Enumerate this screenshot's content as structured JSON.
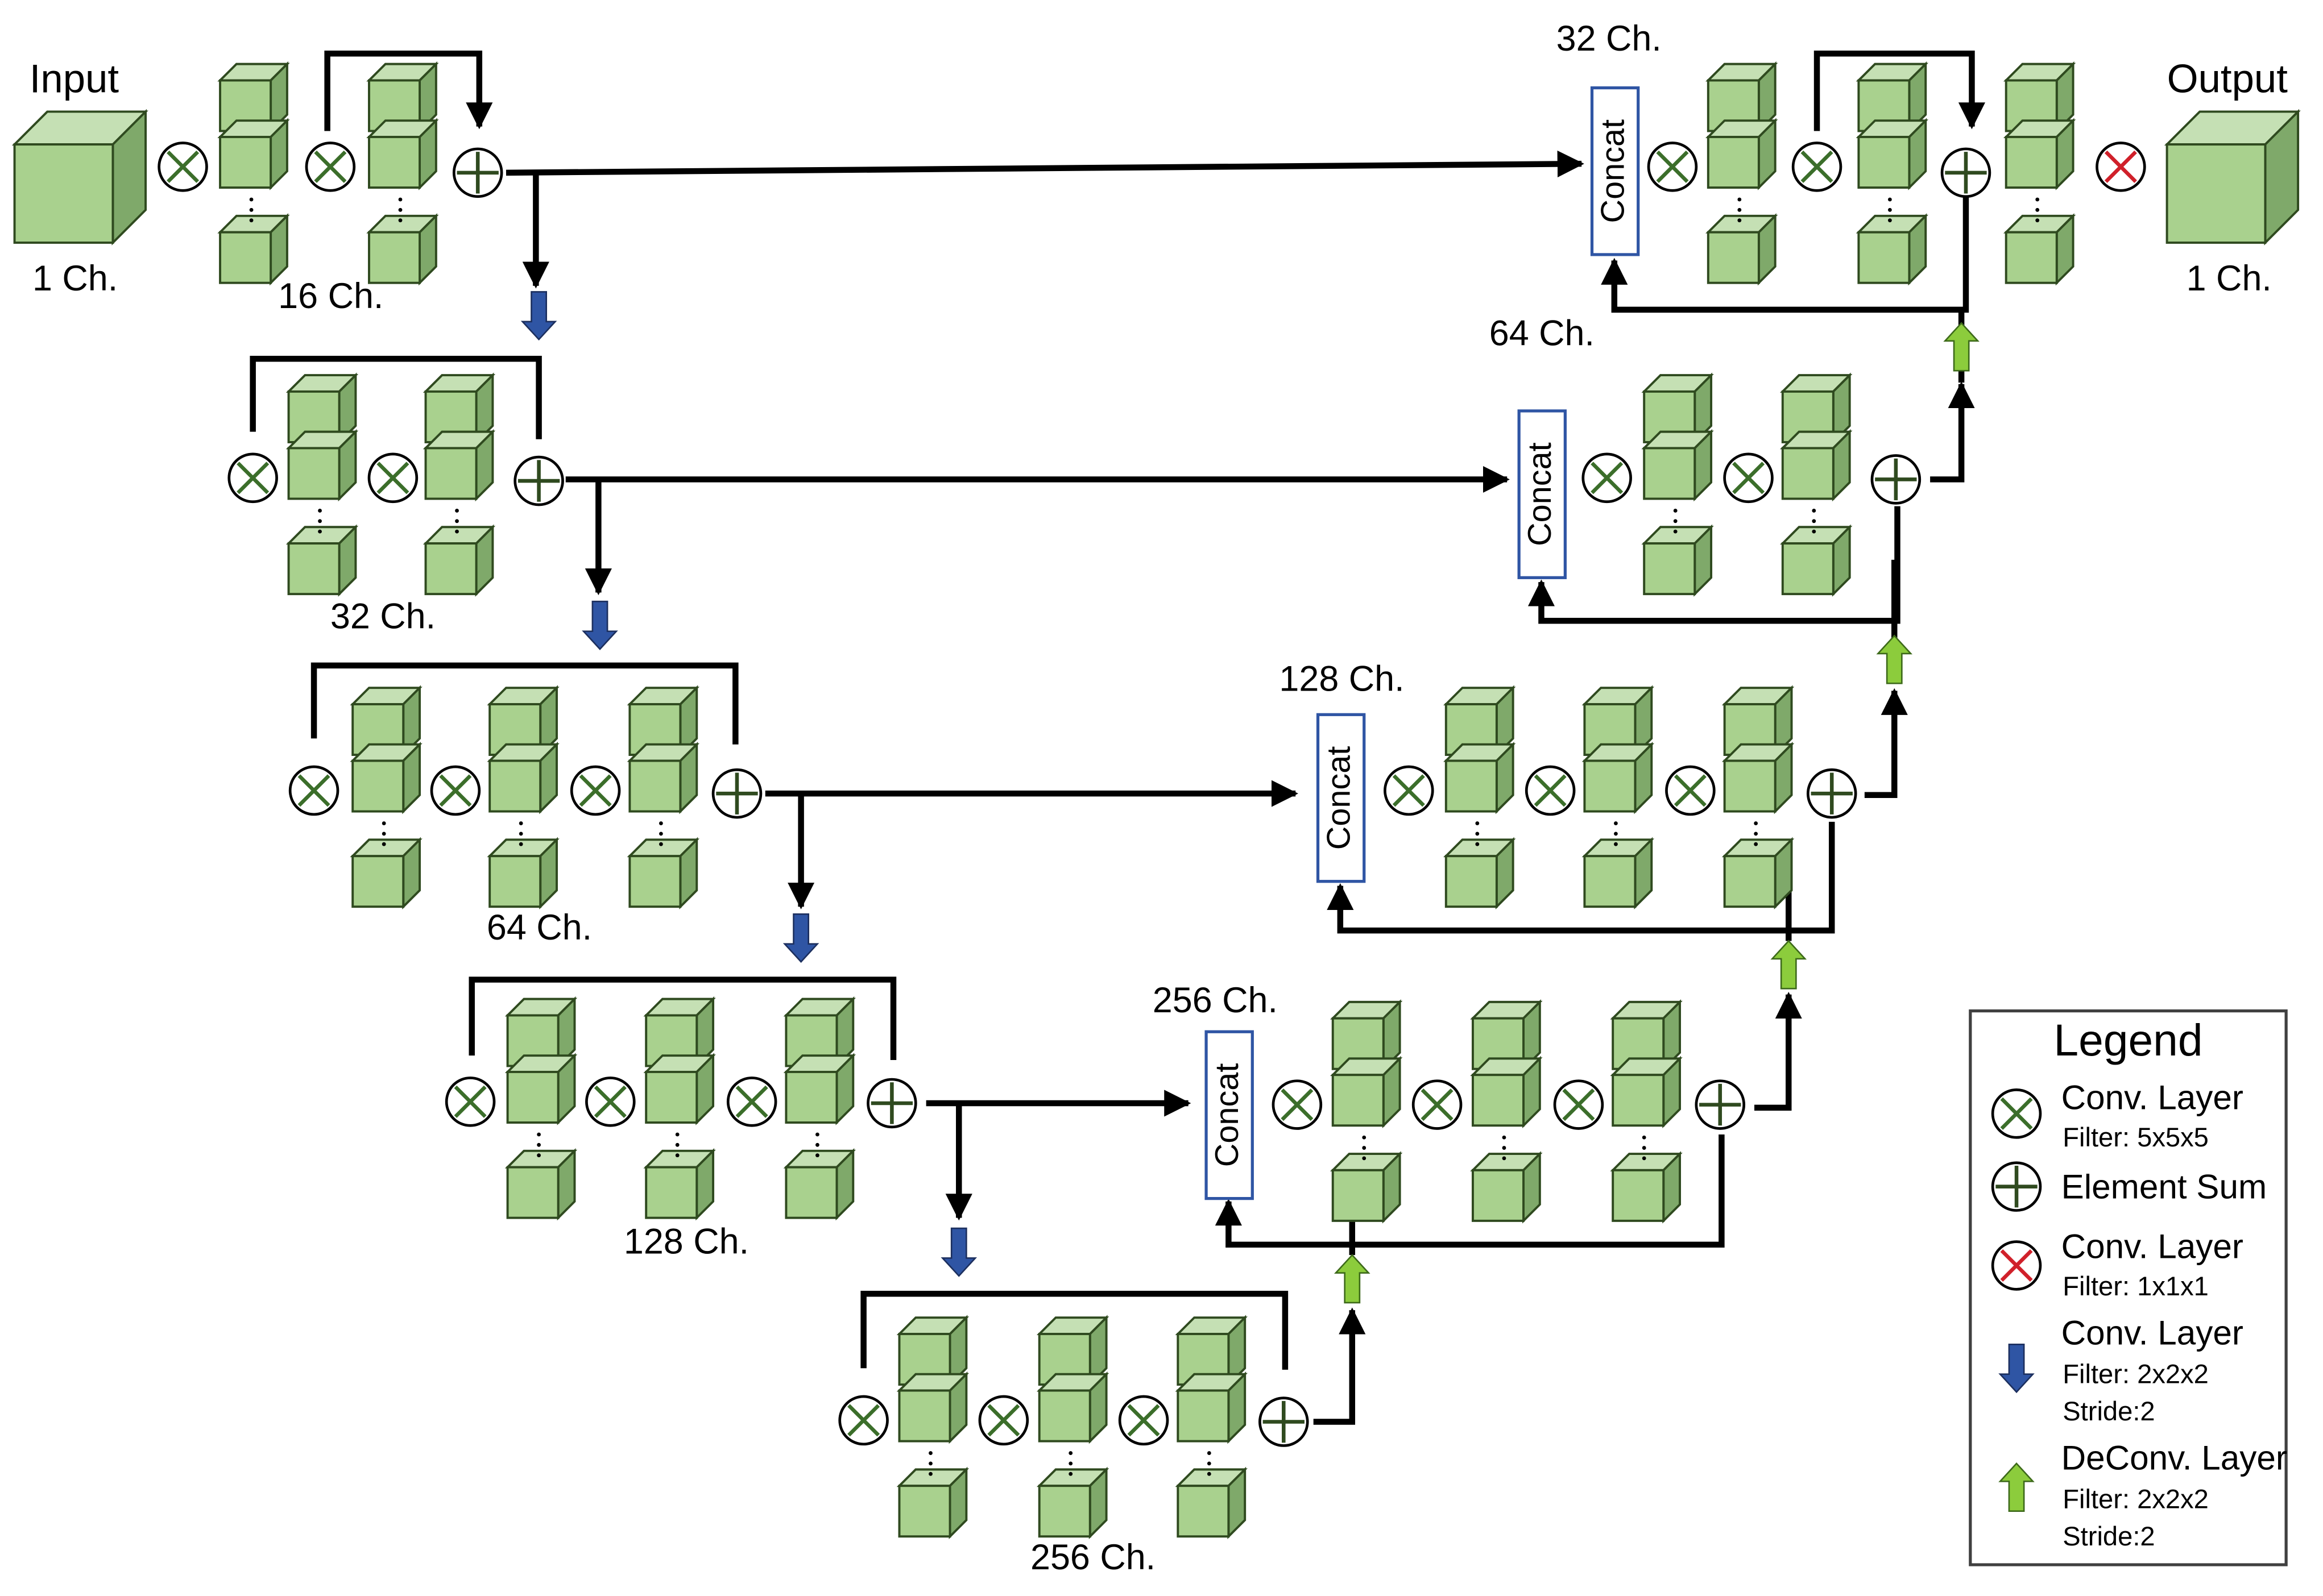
{
  "labels": {
    "input": "Input",
    "output": "Output",
    "input_channels": "1 Ch.",
    "output_channels": "1 Ch.",
    "enc1_channels": "16 Ch.",
    "enc2_channels": "32 Ch.",
    "enc3_channels": "64 Ch.",
    "enc4_channels": "128 Ch.",
    "bottleneck_channels": "256 Ch.",
    "dec4_channels": "256 Ch.",
    "dec3_channels": "128 Ch.",
    "dec2_channels": "64 Ch.",
    "dec1_channels": "32 Ch.",
    "concat": "Concat"
  },
  "legend": {
    "title": "Legend",
    "items": [
      {
        "icon": "conv-icon",
        "label": "Conv. Layer",
        "sub": [
          "Filter: 5x5x5"
        ],
        "color": "#3b6e2a"
      },
      {
        "icon": "sum-icon",
        "label": "Element Sum",
        "sub": [],
        "color": "#3b6e2a"
      },
      {
        "icon": "conv-1x1-icon",
        "label": "Conv. Layer",
        "sub": [
          "Filter: 1x1x1"
        ],
        "color": "#d0202a"
      },
      {
        "icon": "down-arrow-icon",
        "label": "Conv. Layer",
        "sub": [
          "Filter: 2x2x2",
          "Stride:2"
        ],
        "color": "#2f55a4"
      },
      {
        "icon": "up-arrow-icon",
        "label": "DeConv. Layer",
        "sub": [
          "Filter: 2x2x2",
          "Stride:2"
        ],
        "color": "#8ccc3c"
      }
    ]
  },
  "colors": {
    "cube_front": "#a9d18e",
    "cube_top": "#c5e0b4",
    "cube_side": "#7fa96a",
    "cube_edge": "#2f4a1f",
    "conv_symbol": "#3b6e2a",
    "final_conv_symbol": "#d0202a",
    "downsample_arrow": "#2f55a4",
    "upsample_arrow": "#8ccc3c",
    "concat_border": "#2f55a4"
  }
}
